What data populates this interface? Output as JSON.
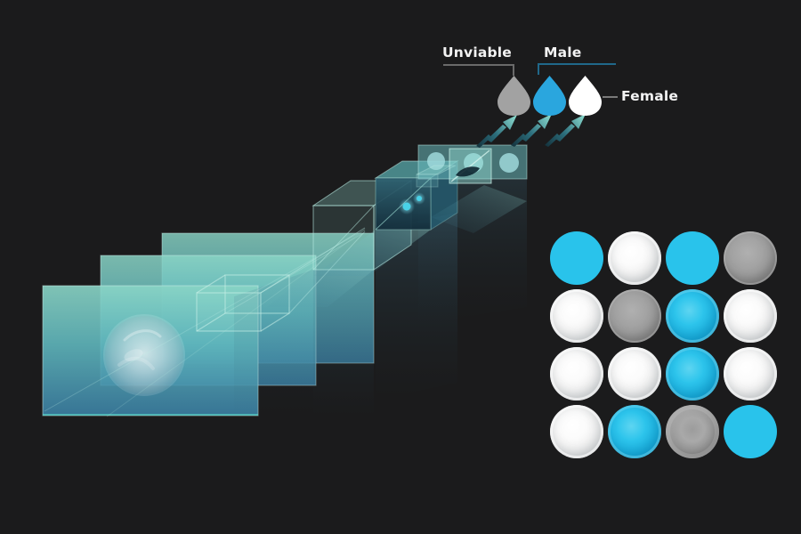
{
  "palette": {
    "background": "#1b1b1c",
    "male_cyan": "#29c3eb",
    "panel_teal_light": "#8ad5c6",
    "panel_teal_deep": "#3a7ea2",
    "edge_glow": "#52d8c6"
  },
  "legend": {
    "unviable": {
      "label": "Unviable",
      "egg_color": "#a2a2a2",
      "bracket_color": "#6a6a6a"
    },
    "male": {
      "label": "Male",
      "egg_color": "#2aa6de",
      "bracket_color": "#20688a"
    },
    "female": {
      "label": "Female",
      "egg_color": "#ffffff",
      "bracket_color": "#7a7a7a"
    }
  },
  "icons": {
    "arrow": "up-right-swoosh-arrow-icon",
    "egg": "egg-silhouette-icon",
    "pipeline": "cnn-3d-layers-illustration"
  },
  "egg_grid": {
    "rows": 4,
    "cols": 4,
    "cell_classes": [
      [
        "male-flat",
        "female",
        "male-flat",
        "unviable"
      ],
      [
        "female",
        "unviable",
        "male-egg",
        "female"
      ],
      [
        "female",
        "female",
        "male-egg",
        "female"
      ],
      [
        "female",
        "male-egg",
        "unviable-egg",
        "male-flat"
      ]
    ]
  }
}
